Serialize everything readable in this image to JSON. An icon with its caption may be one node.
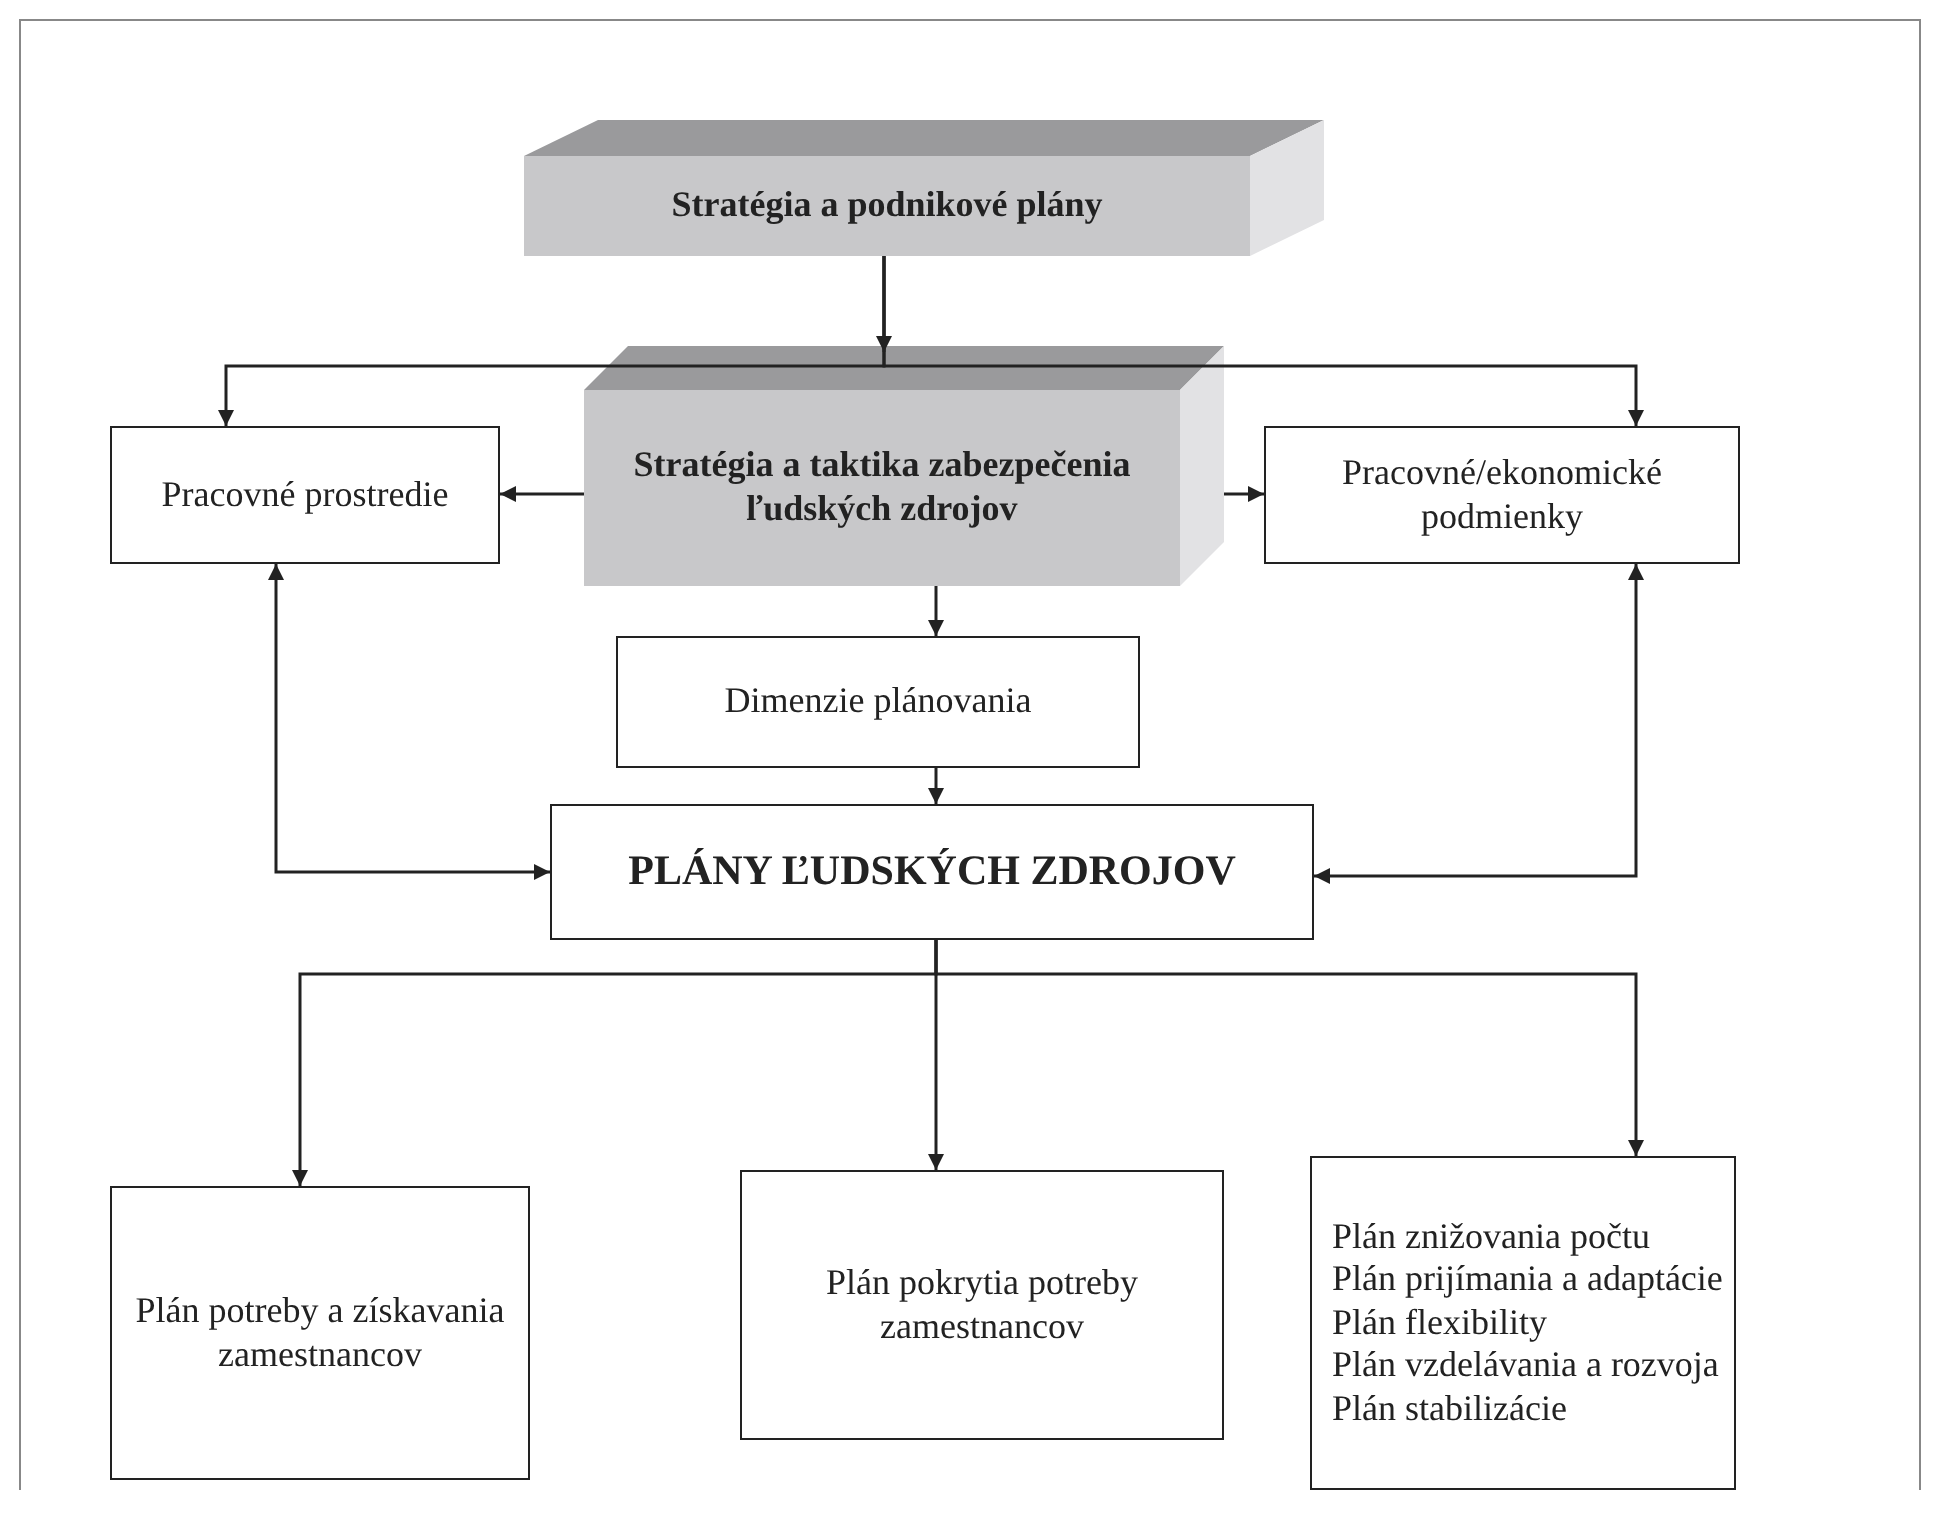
{
  "diagram": {
    "nodes": [
      {
        "text": [
          "Stratégia a podnikové plány"
        ]
      },
      {
        "text": [
          "Stratégia a taktika zabezpečenia ľudských zdrojov"
        ]
      },
      {
        "text": [
          "Pracovné prostredie"
        ]
      },
      {
        "text": [
          "Pracovné/ekonomické podmienky"
        ]
      },
      {
        "text": [
          "Dimenzie plánovania"
        ]
      },
      {
        "text": [
          "PLÁNY ĽUDSKÝCH ZDROJOV"
        ]
      },
      {
        "text": [
          "Plán potreby a získavania zamestnancov"
        ]
      },
      {
        "text": [
          "Plán pokrytia potreby zamestnancov"
        ]
      },
      {
        "text": [
          "Plán znižovania počtu",
          "Plán prijímania a adaptácie",
          "Plán flexibility",
          "Plán vzdelávania a rozvoja",
          "Plán stabilizácie"
        ]
      }
    ],
    "edges": [
      {
        "from": 0,
        "to": 1,
        "arrow": "to"
      },
      {
        "from": 0,
        "to": 2,
        "arrow": "to"
      },
      {
        "from": 0,
        "to": 3,
        "arrow": "to"
      },
      {
        "from": 1,
        "to": 2,
        "arrow": "to"
      },
      {
        "from": 1,
        "to": 3,
        "arrow": "to"
      },
      {
        "from": 1,
        "to": 4,
        "arrow": "to"
      },
      {
        "from": 4,
        "to": 5,
        "arrow": "to"
      },
      {
        "from": 5,
        "to": 2,
        "arrow": "both"
      },
      {
        "from": 5,
        "to": 3,
        "arrow": "both"
      },
      {
        "from": 5,
        "to": 6,
        "arrow": "to"
      },
      {
        "from": 5,
        "to": 7,
        "arrow": "to"
      },
      {
        "from": 5,
        "to": 8,
        "arrow": "to"
      }
    ]
  }
}
